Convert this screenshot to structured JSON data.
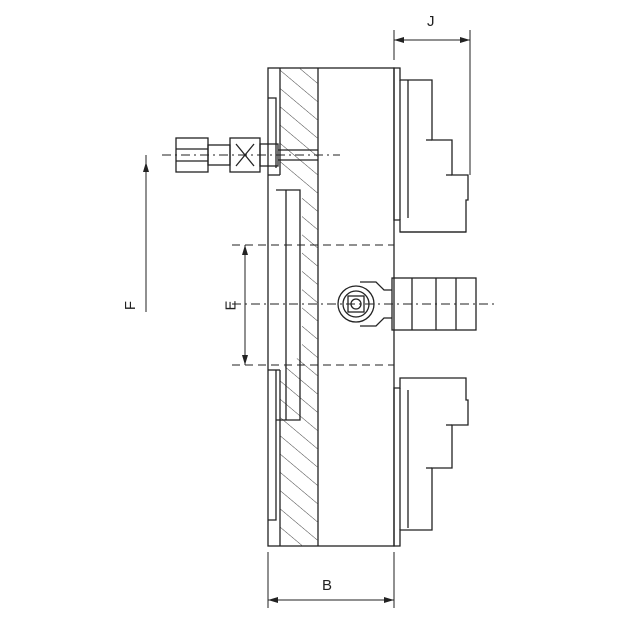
{
  "drawing": {
    "dimension_labels": {
      "j": "J",
      "b": "B",
      "e": "E",
      "f": "F"
    },
    "line_color": "#222222",
    "hatch_color": "#444444",
    "background": "#ffffff"
  }
}
